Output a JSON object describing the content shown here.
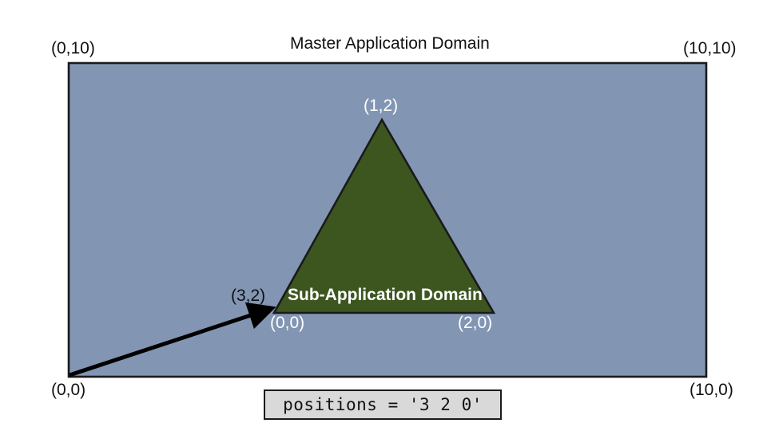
{
  "figure": {
    "title": "Master Application Domain",
    "master_domain": {
      "label": "Master Application Domain",
      "fill_color": "#8296b4",
      "stroke_color": "#1a1a1a",
      "corners": {
        "top_left": "(0,10)",
        "top_right": "(10,10)",
        "bottom_left": "(0,0)",
        "bottom_right": "(10,0)"
      }
    },
    "sub_domain": {
      "label": "Sub-Application Domain",
      "fill_color": "#3d5620",
      "stroke_color": "#1a1a1a",
      "vertices": {
        "apex": "(1,2)",
        "bottom_left": "(0,0)",
        "bottom_right": "(2,0)"
      }
    },
    "offset_arrow": {
      "label": "(3,2)",
      "color": "#000000",
      "from": "(0,0)",
      "to": "(0,0)"
    },
    "code_box": {
      "text": "positions = '3 2 0'",
      "background_color": "#d9d9d9",
      "border_color": "#1a1a1a"
    }
  }
}
